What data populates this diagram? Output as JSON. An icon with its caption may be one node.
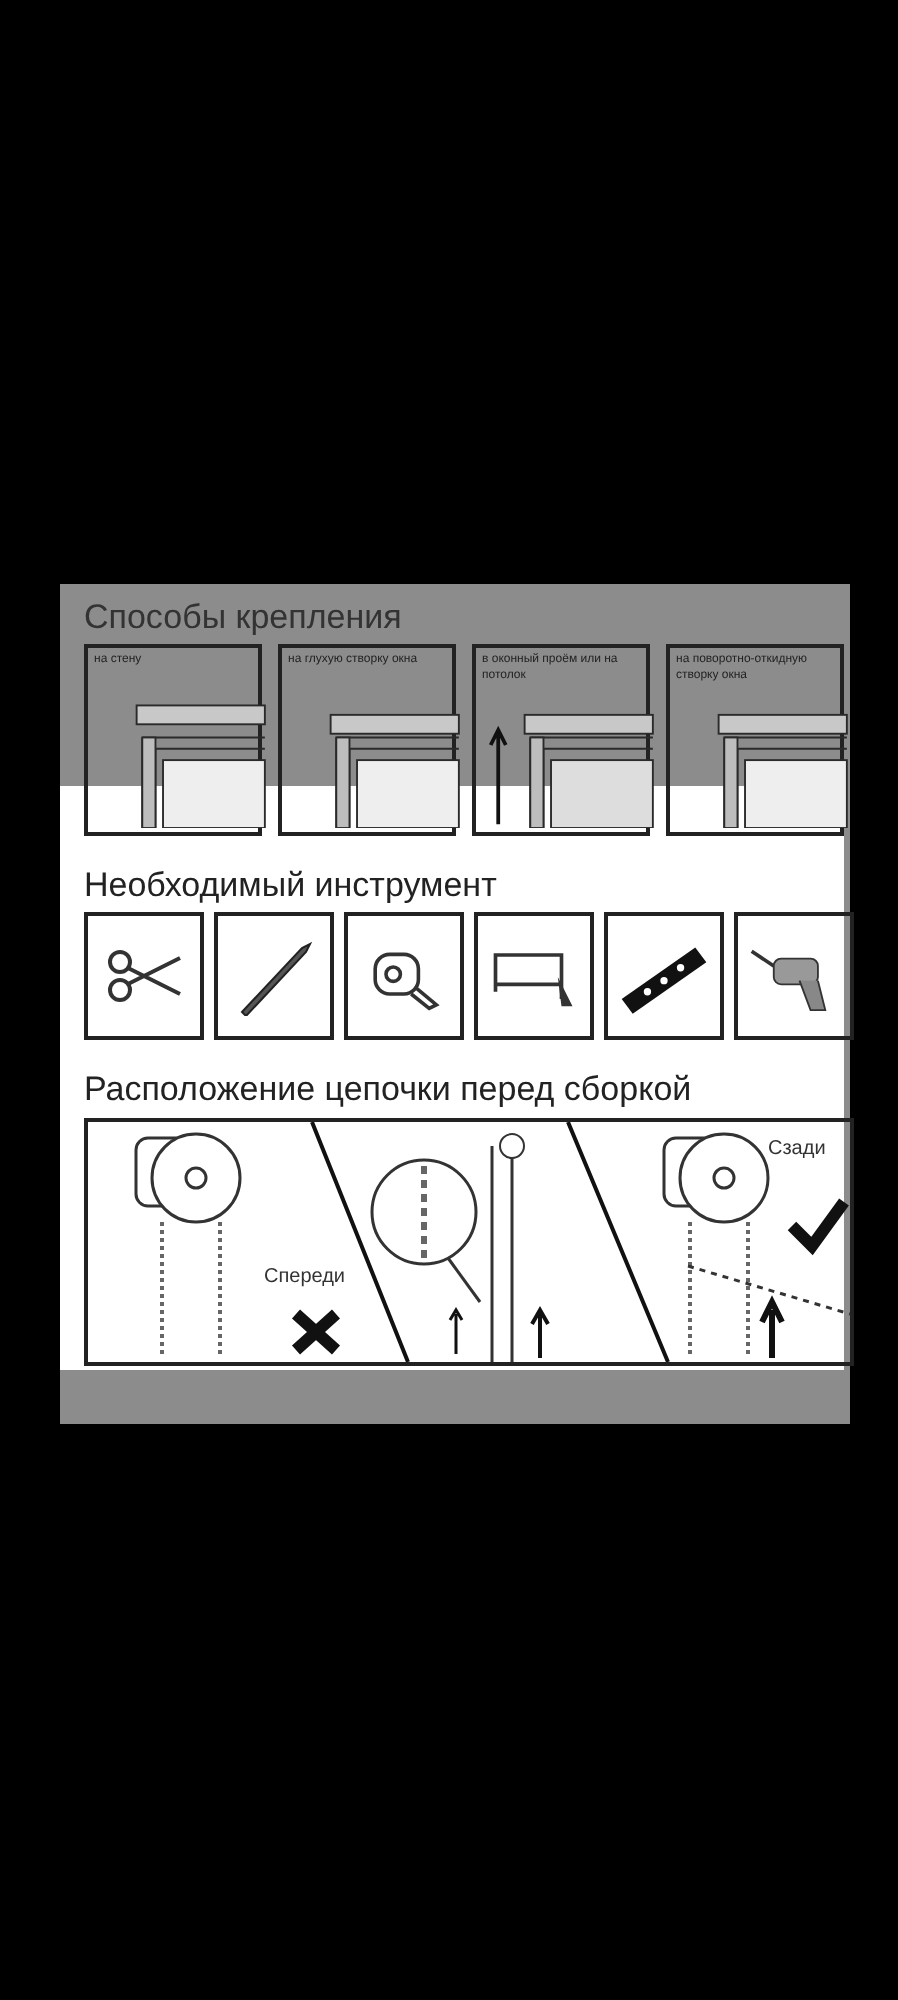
{
  "diagram": {
    "nodes": [
      {
        "text": [
          "на стену"
        ]
      },
      {
        "text": [
          "на глухую створку окна"
        ]
      },
      {
        "text": [
          "в оконный проём или на потолок"
        ]
      },
      {
        "text": [
          "на поворотно-откидную створку окна"
        ]
      },
      {
        "text": [],
        "shape": "box"
      },
      {
        "text": [],
        "shape": "box"
      },
      {
        "text": [],
        "shape": "box"
      },
      {
        "text": [],
        "shape": "box"
      },
      {
        "text": [],
        "shape": "box"
      },
      {
        "text": [],
        "shape": "box"
      }
    ],
    "labels": [
      "Способы крепления",
      "Необходимый инструмент",
      "Расположение цепочки перед сборкой",
      "Спереди",
      "Сзади"
    ]
  }
}
